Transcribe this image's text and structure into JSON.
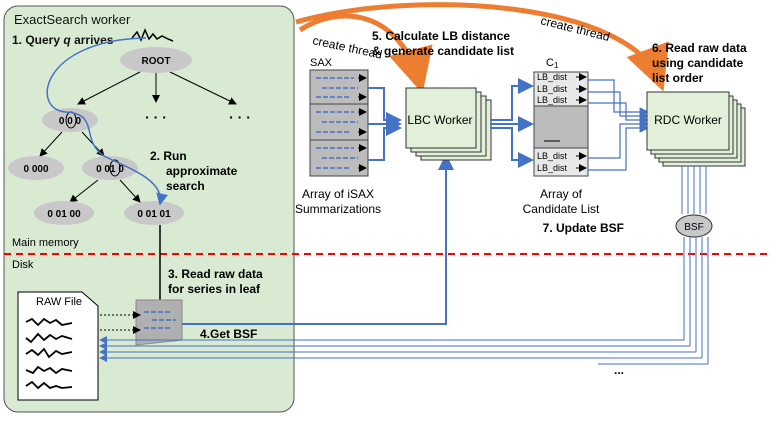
{
  "worker": {
    "title": "ExactSearch worker"
  },
  "steps": {
    "s1": "1. Query",
    "s1_q": "q",
    "s1_tail": "arrives",
    "s2a": "2. Run",
    "s2b": "approximate",
    "s2c": "search",
    "s3a": "3. Read raw data",
    "s3b": "for series in leaf",
    "s4": "4.Get BSF",
    "s5a": "5. Calculate LB distance",
    "s5b": "& generate candidate list",
    "s6a": "6. Read raw data",
    "s6b": "using candidate",
    "s6c": "list order",
    "s7": "7. Update BSF"
  },
  "tree": {
    "root": "ROOT",
    "n1": "0 0 0",
    "n2": "0 000",
    "n3": "0 01 0",
    "n4": "0 01 00",
    "n5": "0 01 01",
    "dots": "· · ·"
  },
  "labels": {
    "create_thread_1": "create thread",
    "create_thread_2": "create thread",
    "main_memory": "Main memory",
    "disk": "Disk",
    "raw_file": "RAW File",
    "sax": "SAX",
    "isax_a": "Array of iSAX",
    "isax_b": "Summarizations",
    "lbc": "LBC Worker",
    "rdc": "RDC Worker",
    "c1": "C",
    "c1_sub": "1",
    "cand_a": "Array of",
    "cand_b": "Candidate List",
    "lb_dist": "LB_dist",
    "bsf": "BSF",
    "ellipsis": "..."
  },
  "colors": {
    "worker_bg": "#d9ead3",
    "node": "#c8c8c8",
    "flow": "#4472c4",
    "orange": "#ed7d31",
    "disk_line": "#ff0000",
    "worker_box": "#e2efd9"
  }
}
